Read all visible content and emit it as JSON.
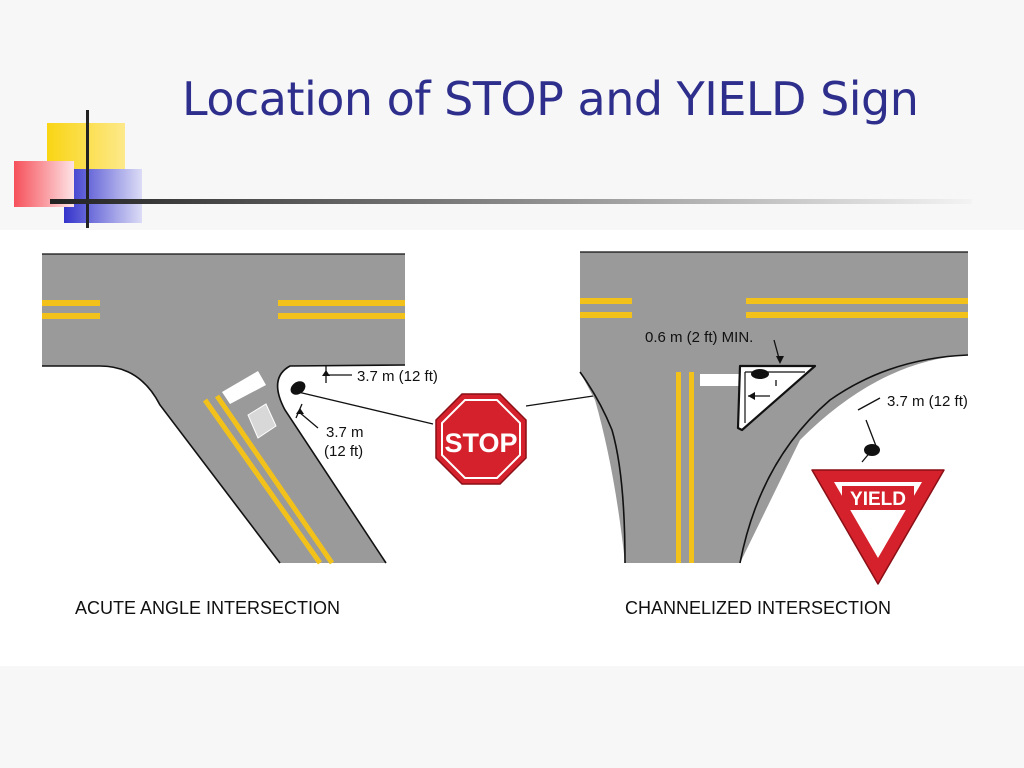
{
  "slide": {
    "title": "Location of STOP and YIELD Sign"
  },
  "colors": {
    "title": "#2e2e8c",
    "road": "#9a9a9a",
    "centerline": "#f2c21b",
    "sign_red": "#d4212b",
    "deco_yellow": "#f9d514",
    "deco_red": "#f6505a",
    "deco_blue": "#3434cc"
  },
  "left_diagram": {
    "caption": "ACUTE ANGLE INTERSECTION",
    "dim_top": "3.7 m (12 ft)",
    "dim_side_line1": "3.7 m",
    "dim_side_line2": "(12 ft)",
    "stop_sign_text": "STOP"
  },
  "right_diagram": {
    "caption": "CHANNELIZED INTERSECTION",
    "dim_island": "0.6 m (2 ft) MIN.",
    "dim_curb": "3.7 m (12 ft)",
    "yield_sign_text": "YIELD"
  },
  "icons": [
    "stop-sign-icon",
    "yield-sign-icon"
  ]
}
